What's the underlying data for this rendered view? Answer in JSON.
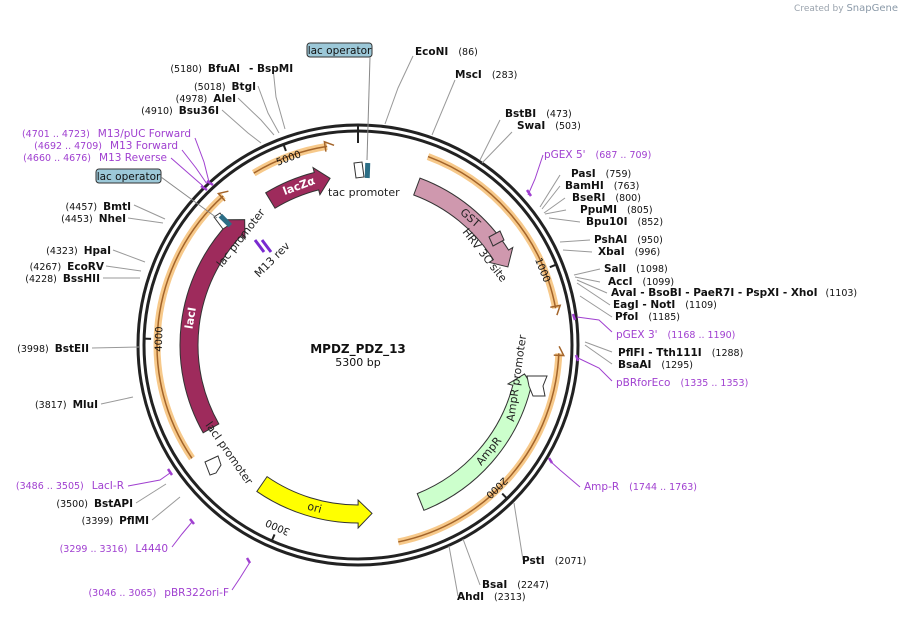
{
  "brand": {
    "created_by": "Created by",
    "name": "SnapGene"
  },
  "plasmid": {
    "name": "MPDZ_PDZ_13",
    "length": 5300,
    "length_label": "5300 bp"
  },
  "ticks": [
    {
      "bp": 1000,
      "label": "1000"
    },
    {
      "bp": 2000,
      "label": "2000"
    },
    {
      "bp": 3000,
      "label": "3000"
    },
    {
      "bp": 4000,
      "label": "4000"
    },
    {
      "bp": 5000,
      "label": "5000"
    }
  ],
  "features": [
    {
      "name": "GST",
      "start": 300,
      "end": 920,
      "dir": 1,
      "color": "#cf98ae",
      "label": "GST"
    },
    {
      "name": "AmpR",
      "start": 1470,
      "end": 2330,
      "dir": -1,
      "color": "#ccffcc",
      "label": "AmpR"
    },
    {
      "name": "ori",
      "start": 2580,
      "end": 3160,
      "dir": -1,
      "color": "#ffff00",
      "label": "ori"
    },
    {
      "name": "lacI",
      "start": 3540,
      "end": 4680,
      "dir": 1,
      "color": "#9e2b5c",
      "label": "lacI"
    },
    {
      "name": "lacZa",
      "start": 4840,
      "end": 5160,
      "dir": 1,
      "color": "#9e2b5c",
      "label": "lacZα"
    }
  ],
  "small_features": [
    {
      "name": "tac-promoter",
      "label": "tac promoter"
    },
    {
      "name": "lac-promoter",
      "label": "lac promoter"
    },
    {
      "name": "lacI-promoter",
      "label": "lacI promoter"
    },
    {
      "name": "AmpR-promoter",
      "label": "AmpR promoter"
    },
    {
      "name": "HRV-3C-site",
      "label": "HRV 3C site"
    },
    {
      "name": "M13-rev",
      "label": "M13 rev"
    }
  ],
  "operators": [
    "lac operator",
    "lac operator"
  ],
  "enzymes": [
    {
      "name": "EcoNI",
      "pos": "(86)"
    },
    {
      "name": "MscI",
      "pos": "(283)"
    },
    {
      "name": "BstBI",
      "pos": "(473)"
    },
    {
      "name": "SwaI",
      "pos": "(503)"
    },
    {
      "name": "PasI",
      "pos": "(759)"
    },
    {
      "name": "BamHI",
      "pos": "(763)"
    },
    {
      "name": "BseRI",
      "pos": "(800)"
    },
    {
      "name": "PpuMI",
      "pos": "(805)"
    },
    {
      "name": "Bpu10I",
      "pos": "(852)"
    },
    {
      "name": "PshAI",
      "pos": "(950)"
    },
    {
      "name": "XbaI",
      "pos": "(996)"
    },
    {
      "name": "SalI",
      "pos": "(1098)"
    },
    {
      "name": "AccI",
      "pos": "(1099)"
    },
    {
      "name": "AvaI - BsoBI - PaeR7I - PspXI - XhoI",
      "pos": "(1103)"
    },
    {
      "name": "EagI - NotI",
      "pos": "(1109)"
    },
    {
      "name": "PfoI",
      "pos": "(1185)"
    },
    {
      "name": "PflFI - Tth111I",
      "pos": "(1288)"
    },
    {
      "name": "BsaAI",
      "pos": "(1295)"
    },
    {
      "name": "PstI",
      "pos": "(2071)"
    },
    {
      "name": "BsaI",
      "pos": "(2247)"
    },
    {
      "name": "AhdI",
      "pos": "(2313)"
    },
    {
      "name": "BfuAI",
      "pos": "(5180)"
    },
    {
      "name": "BspMI",
      "pos": ""
    },
    {
      "name": "BtgI",
      "pos": "(5018)"
    },
    {
      "name": "AleI",
      "pos": "(4978)"
    },
    {
      "name": "Bsu36I",
      "pos": "(4910)"
    },
    {
      "name": "BmtI",
      "pos": "(4457)"
    },
    {
      "name": "NheI",
      "pos": "(4453)"
    },
    {
      "name": "HpaI",
      "pos": "(4323)"
    },
    {
      "name": "EcoRV",
      "pos": "(4267)"
    },
    {
      "name": "BssHII",
      "pos": "(4228)"
    },
    {
      "name": "BstEII",
      "pos": "(3998)"
    },
    {
      "name": "MluI",
      "pos": "(3817)"
    },
    {
      "name": "BstAPI",
      "pos": "(3500)"
    },
    {
      "name": "PflMI",
      "pos": "(3399)"
    }
  ],
  "primers": [
    {
      "name": "pGEX 5'",
      "range": "(687 .. 709)"
    },
    {
      "name": "pGEX 3'",
      "range": "(1168 .. 1190)"
    },
    {
      "name": "pBRforEco",
      "range": "(1335 .. 1353)"
    },
    {
      "name": "Amp-R",
      "range": "(1744 .. 1763)"
    },
    {
      "name": "LacI-R",
      "range": "(3486 .. 3505)"
    },
    {
      "name": "L4440",
      "range": "(3299 .. 3316)"
    },
    {
      "name": "pBR322ori-F",
      "range": "(3046 .. 3065)"
    },
    {
      "name": "M13/pUC Forward",
      "range": "(4701 .. 4723)"
    },
    {
      "name": "M13 Forward",
      "range": "(4692 .. 4709)"
    },
    {
      "name": "M13 Reverse",
      "range": "(4660 .. 4676)"
    }
  ],
  "colors": {
    "primer": "#a040d0",
    "backbone": "#222222",
    "highlight": "#f7c98a",
    "operator_fill": "#9cc8d8"
  }
}
